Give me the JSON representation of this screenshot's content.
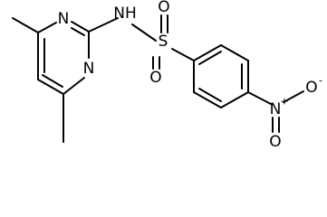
{
  "atoms": {
    "n_ring1": "N",
    "n_ring2": "N",
    "nh": "NH",
    "s": "S",
    "o_top": "O",
    "o_bottom": "O",
    "n_nitro": "N",
    "n_nitro_plus": "+",
    "o_nitro_right": "O",
    "o_nitro_right_minus": "-",
    "o_nitro_bottom": "O"
  }
}
